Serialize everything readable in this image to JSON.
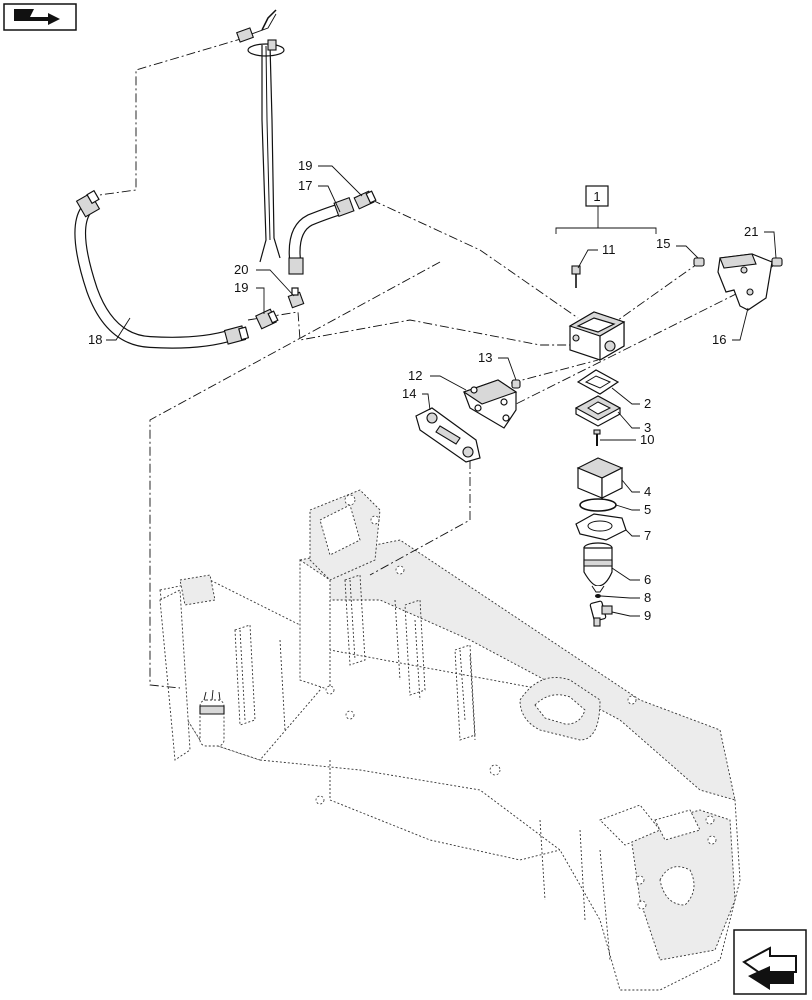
{
  "icons": {
    "top_left": "book-arrow-icon",
    "bottom_right": "next-page-arrow-icon"
  },
  "callouts": {
    "c1": "1",
    "c2": "2",
    "c3": "3",
    "c4": "4",
    "c5": "5",
    "c6": "6",
    "c7": "7",
    "c8": "8",
    "c9": "9",
    "c10": "10",
    "c11": "11",
    "c12": "12",
    "c13": "13",
    "c14": "14",
    "c15": "15",
    "c16": "16",
    "c17": "17",
    "c18": "18",
    "c19a": "19",
    "c19b": "19",
    "c20": "20",
    "c21": "21"
  }
}
